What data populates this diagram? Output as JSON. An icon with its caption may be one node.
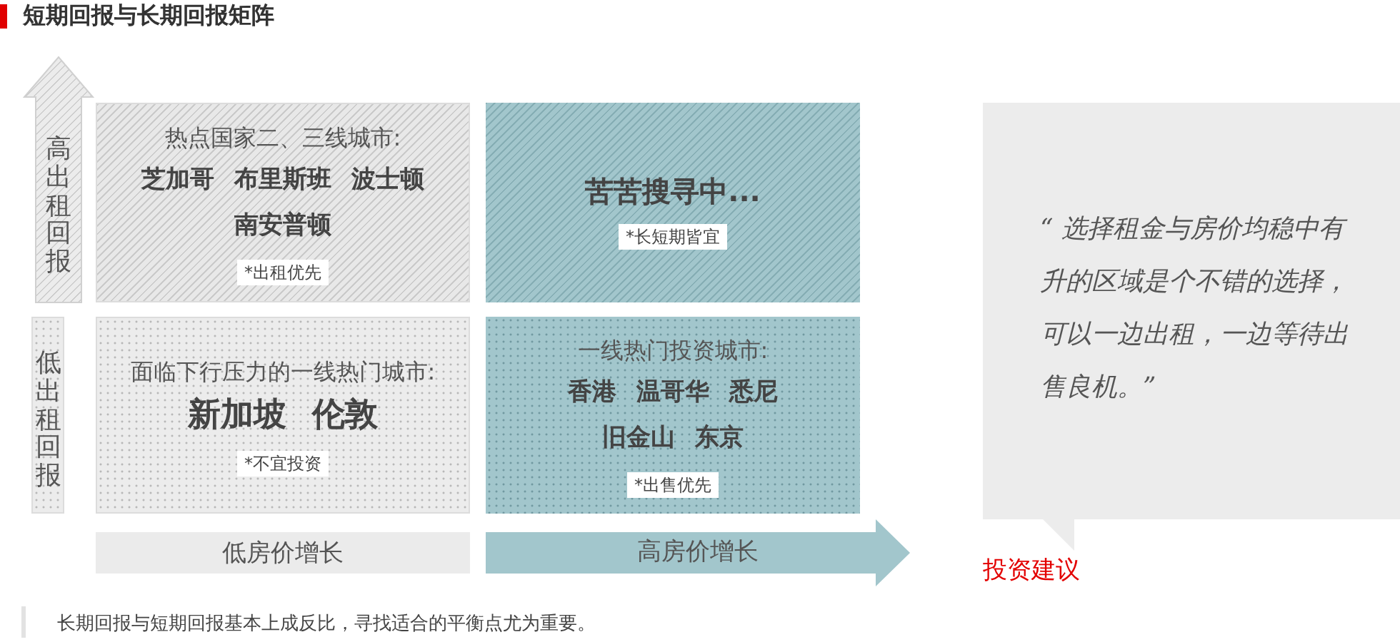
{
  "diagram": {
    "title": "短期回报与长期回报矩阵",
    "caption": "长期回报与短期回报基本上成反比，寻找适合的平衡点尤为重要。",
    "nodes": [
      {
        "text": [
          "热点国家二、三线城市:",
          "芝加哥 布里斯班 波士顿",
          "南安普顿",
          "*出租优先"
        ]
      },
      {
        "text": [
          "苦苦搜寻中...",
          "*长短期皆宜"
        ]
      },
      {
        "text": [
          "面临下行压力的一线热门城市:",
          "新加坡 伦敦",
          "*不宜投资"
        ]
      },
      {
        "text": [
          "一线热门投资城市:",
          "香港 温哥华 悉尼",
          "旧金山 东京",
          "*出售优先"
        ]
      },
      {
        "text": [
          "高出租回报"
        ]
      },
      {
        "text": [
          "低出租回报"
        ]
      },
      {
        "text": [
          "低房价增长"
        ]
      },
      {
        "text": [
          "高房价增长"
        ]
      },
      {
        "text": [
          "“ 选择租金与房价均稳中有升的区域是个不错的选择，可以一边出租，一边等待出售良机。”"
        ],
        "beside": [
          "投资建议"
        ]
      }
    ],
    "edges": []
  }
}
